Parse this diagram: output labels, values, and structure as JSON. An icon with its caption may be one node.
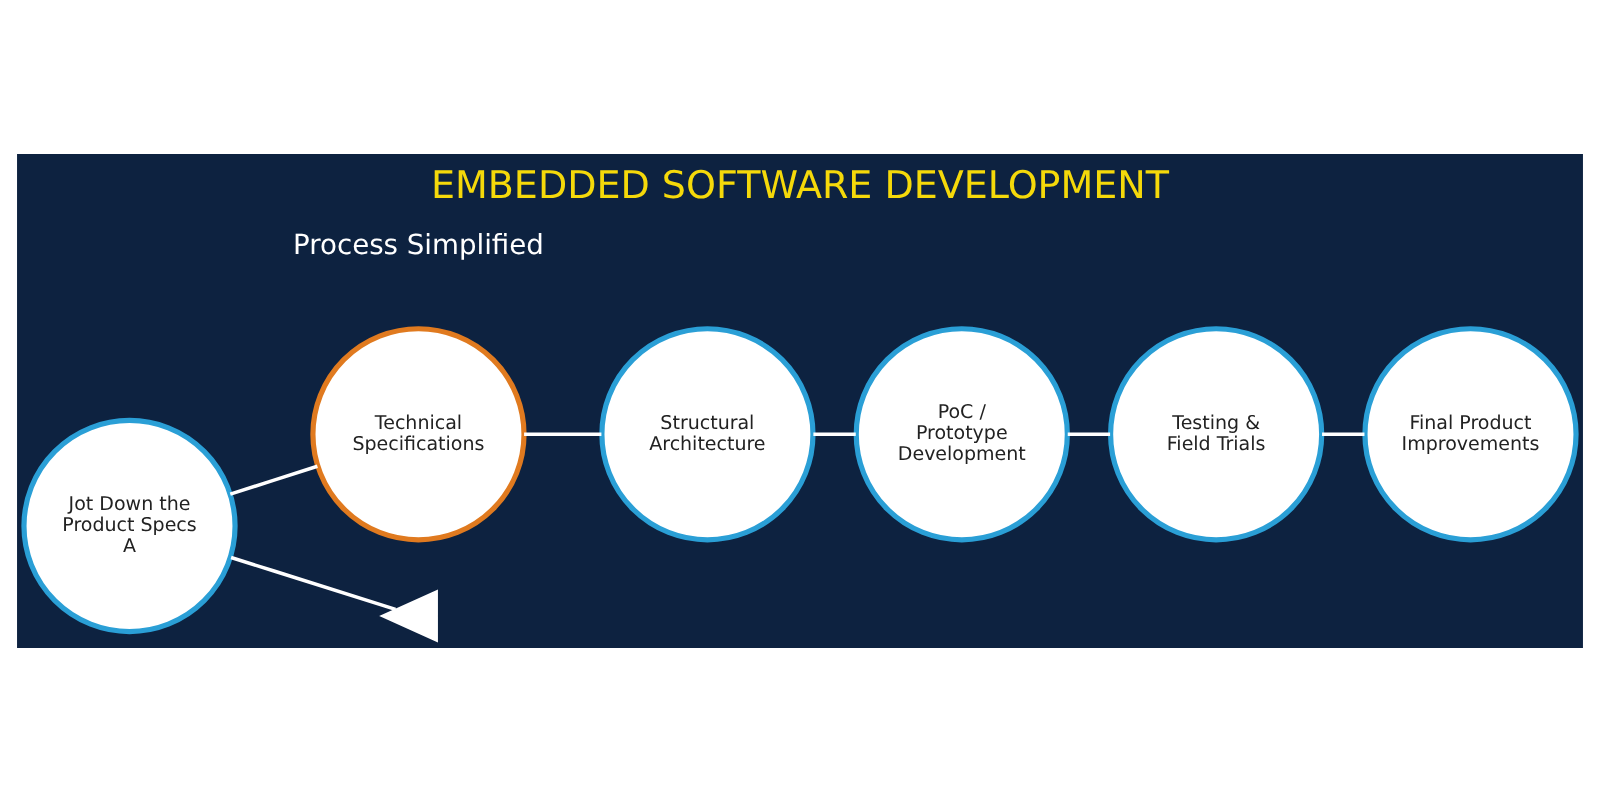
{
  "diagram": {
    "title": "EMBEDDED SOFTWARE DEVELOPMENT",
    "nodes": [
      {
        "text": [
          "Jot Down the Product Specs A"
        ]
      },
      {
        "text": [
          "Technical Specifications"
        ]
      },
      {
        "text": [
          "Structural Architecture"
        ]
      },
      {
        "text": [
          "PoC / Prototype Development"
        ]
      },
      {
        "text": [
          "Testing & Field Trials"
        ]
      },
      {
        "text": [
          "Final Product Improvements"
        ]
      },
      {
        "text": [],
        "shape": "picture"
      }
    ],
    "edges": [
      {
        "from": 0,
        "to": 1,
        "arrow": "none"
      },
      {
        "from": 1,
        "to": 2,
        "arrow": "none"
      },
      {
        "from": 2,
        "to": 3,
        "arrow": "none"
      },
      {
        "from": 3,
        "to": 4,
        "arrow": "none"
      },
      {
        "from": 4,
        "to": 5,
        "arrow": "none"
      },
      {
        "from": 0,
        "to": 6,
        "arrow": "none"
      }
    ],
    "labels": [
      "Process Simplified"
    ]
  }
}
